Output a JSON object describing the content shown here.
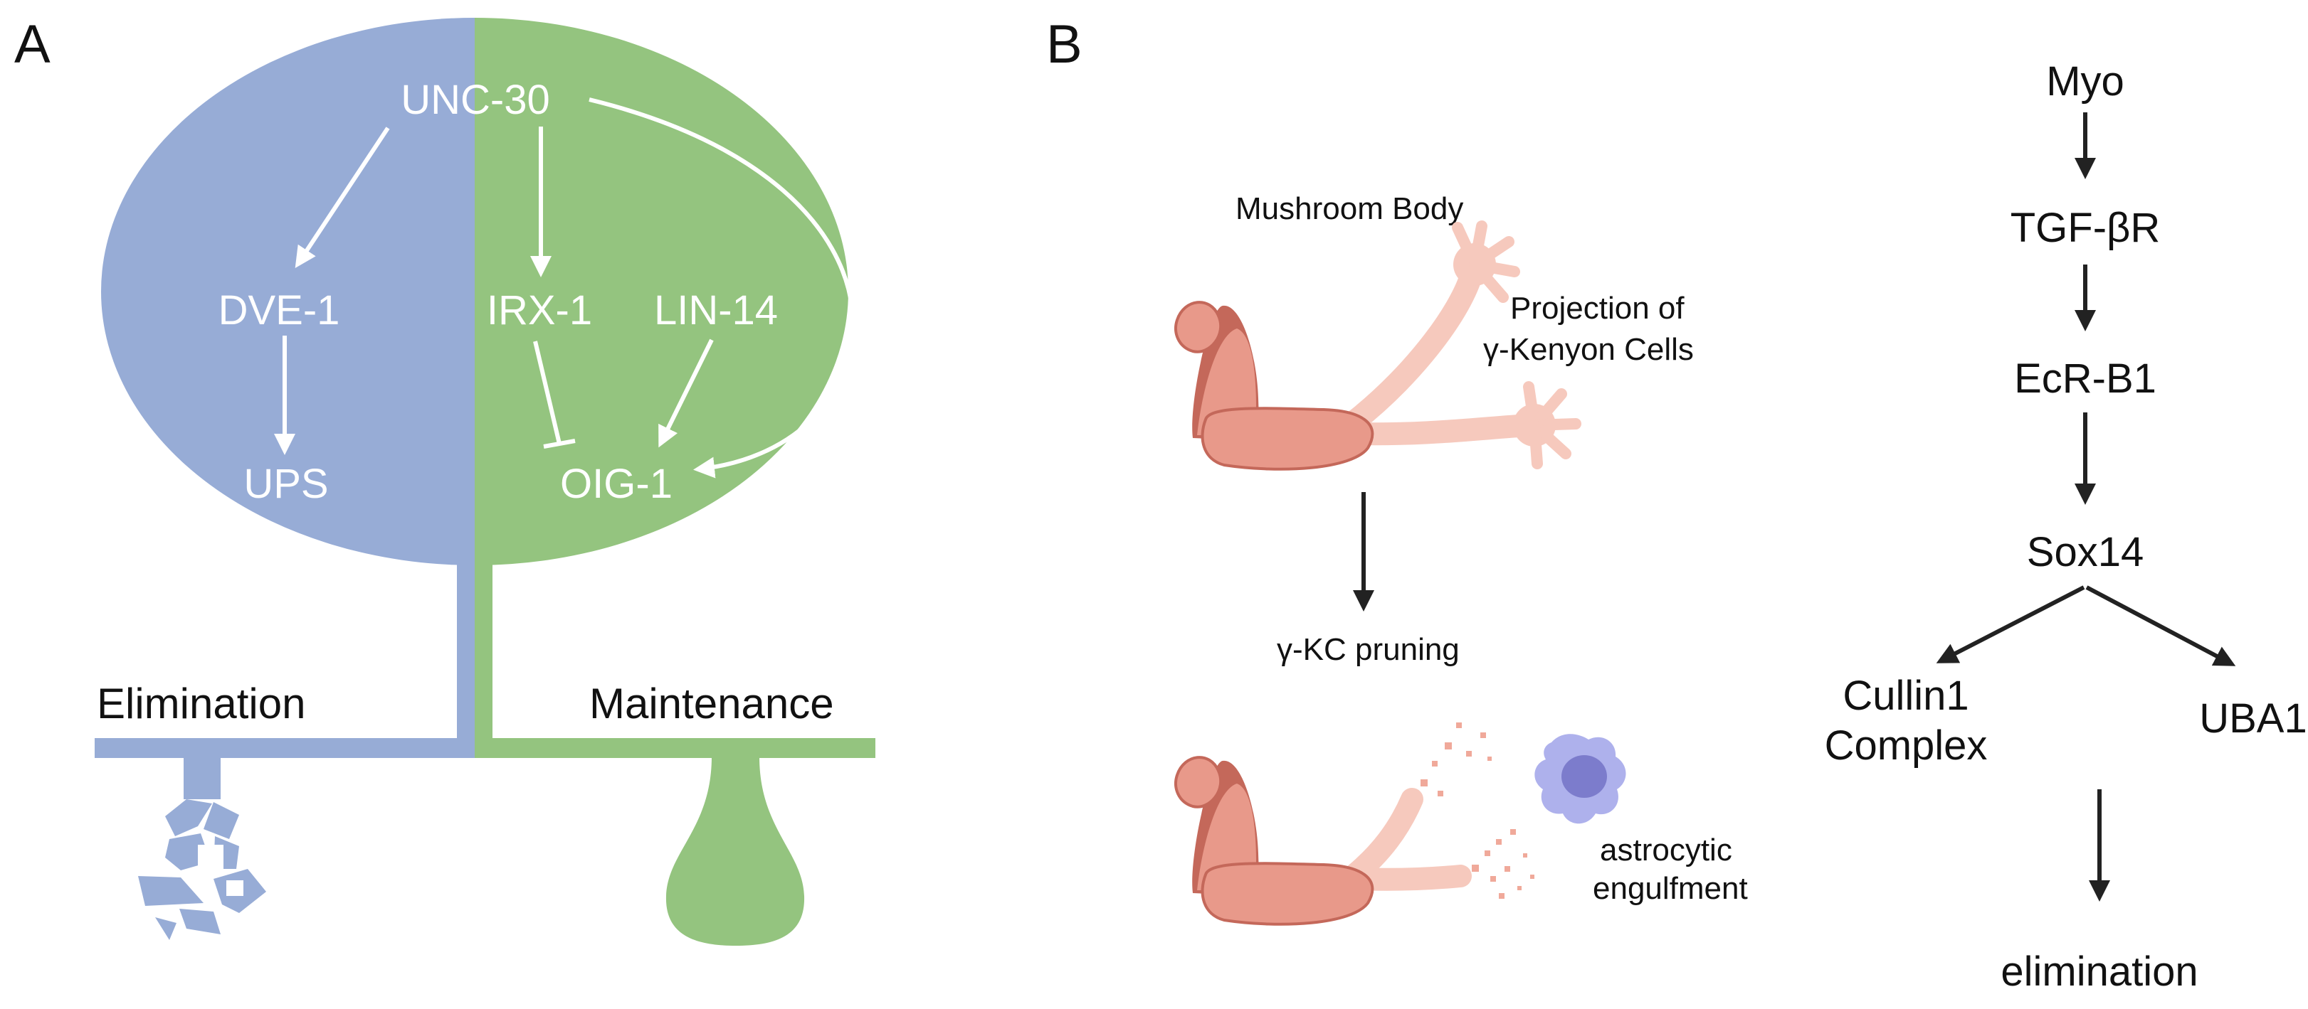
{
  "colors": {
    "blue": "#97acd6",
    "green": "#94c47f",
    "white": "#ffffff",
    "dark": "#222222",
    "tissue": "#e8998a",
    "tissue_dark": "#c4685a",
    "tissue_light": "#f6c9bd",
    "astrocyte": "#aeb1ec",
    "astrocyte_nucleus": "#7c7ccc"
  },
  "panel_a": {
    "label": "A",
    "nodes": {
      "unc30": "UNC-30",
      "dve1": "DVE-1",
      "ups": "UPS",
      "irx1": "IRX-1",
      "lin14": "LIN-14",
      "oig1": "OIG-1"
    },
    "elimination_label": "Elimination",
    "maintenance_label": "Maintenance"
  },
  "panel_b": {
    "label": "B",
    "mushroom_body_label": "Mushroom Body",
    "projection_label_line1": "Projection of",
    "projection_label_line2": "γ-Kenyon Cells",
    "pruning_label": "γ-KC pruning",
    "engulf_label_line1": "astrocytic",
    "engulf_label_line2": "engulfment",
    "pathway": {
      "myo": "Myo",
      "tgf": "TGF-βR",
      "ecr": "EcR-B1",
      "sox14": "Sox14",
      "cullin_line1": "Cullin1",
      "cullin_line2": "Complex",
      "uba1": "UBA1",
      "elimination": "elimination"
    }
  }
}
